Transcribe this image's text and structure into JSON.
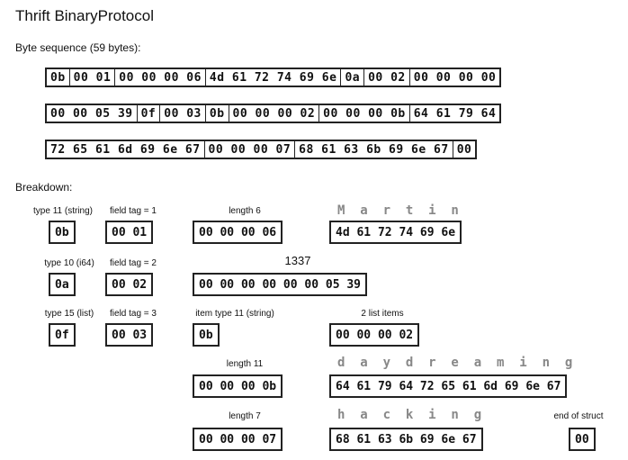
{
  "title": "Thrift BinaryProtocol",
  "sequence_label": "Byte sequence (59 bytes):",
  "sequence_rows": [
    [
      "0b",
      "00 01",
      "00 00 00 06",
      "4d 61 72 74 69 6e",
      "0a",
      "00 02",
      "00 00 00 00"
    ],
    [
      "00 00 05 39",
      "0f",
      "00 03",
      "0b",
      "00 00 00 02",
      "00 00 00 0b",
      "64 61 79 64"
    ],
    [
      "72 65 61 6d 69 6e 67",
      "00 00 00 07",
      "68 61 63 6b 69 6e 67",
      "00"
    ]
  ],
  "breakdown_label": "Breakdown:",
  "fields": {
    "f1": {
      "type_label": "type 11 (string)",
      "type_byte": "0b",
      "tag_label": "field tag = 1",
      "tag_bytes": "00 01",
      "len_label": "length 6",
      "len_bytes": "00 00 00 06",
      "value_chars": "M  a  r  t  i  n",
      "value_bytes": "4d 61 72 74 69 6e"
    },
    "f2": {
      "type_label": "type 10 (i64)",
      "type_byte": "0a",
      "tag_label": "field tag = 2",
      "tag_bytes": "00 02",
      "value_label": "1337",
      "value_bytes": "00 00 00 00 00 00 05 39"
    },
    "f3": {
      "type_label": "type 15 (list)",
      "type_byte": "0f",
      "tag_label": "field tag = 3",
      "tag_bytes": "00 03",
      "item_type_label": "item type 11 (string)",
      "item_type_byte": "0b",
      "count_label": "2 list items",
      "count_bytes": "00 00 00 02",
      "item1_len_label": "length 11",
      "item1_len_bytes": "00 00 00 0b",
      "item1_chars": "d  a  y  d  r  e  a  m  i  n  g",
      "item1_bytes": "64 61 79 64 72 65 61 6d 69 6e 67",
      "item2_len_label": "length 7",
      "item2_len_bytes": "00 00 00 07",
      "item2_chars": "h  a  c  k  i  n  g",
      "item2_bytes": "68 61 63 6b 69 6e 67"
    },
    "end_label": "end of struct",
    "end_byte": "00"
  }
}
